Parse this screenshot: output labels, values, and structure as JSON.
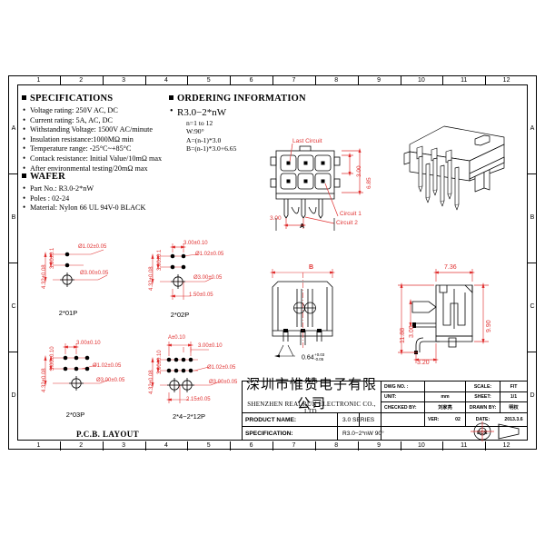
{
  "sheet": {
    "columns": [
      "1",
      "2",
      "3",
      "4",
      "5",
      "6",
      "7",
      "8",
      "9",
      "10",
      "11",
      "12"
    ],
    "rows": [
      "A",
      "B",
      "C",
      "D"
    ]
  },
  "specifications": {
    "heading": "SPECIFICATIONS",
    "items": [
      "Voltage rating: 250V AC, DC",
      "Current rating: 5A, AC, DC",
      "Withstanding Voltage: 1500V AC/minute",
      "Insulation resistance:1000MΩ min",
      "Temperature range: -25°C~+85°C",
      "Contack resistance: Initial Value/10mΩ max",
      "After environmental  testing/20mΩ max"
    ]
  },
  "wafer": {
    "heading": "WAFER",
    "items": [
      "Part No.: R3.0-2*nW",
      "Poles : 02-24",
      "Material: Nylon 66 UL 94V-0  BLACK"
    ]
  },
  "ordering": {
    "heading": "ORDERING INFORMATION",
    "part_number": "R3.0−2*nW",
    "lines": [
      "n=1 to 12",
      "W:90°",
      "A=(n-1)*3.0",
      "B=(n-1)*3.0+6.65"
    ]
  },
  "front_view": {
    "callouts": [
      "Last Circuit",
      "Circuit 1",
      "Circuit 2"
    ],
    "dim_pitch_v": "3.00",
    "dim_height": "6.85",
    "dim_pitch_h": "3.00",
    "dim_width_label": "A"
  },
  "section_view": {
    "dim_width_label": "B",
    "dim_pin": "0.64",
    "dim_pin_tol_up": "+0.03",
    "dim_pin_tol_dn": "-0.05"
  },
  "side_view": {
    "dim_top": "7.36",
    "dim_right": "9.90",
    "dim_left_outer": "11.88",
    "dim_left_inner": "3.00",
    "dim_bottom": "3.20"
  },
  "pcb_layout": {
    "title": "P.C.B. LAYOUT",
    "patterns": [
      {
        "name": "2*01P",
        "dims": {
          "v_outer": "4.32±0.08",
          "v_inner": "3.00±0.1",
          "hole_small": "Ø1.02±0.05",
          "hole_big": "Ø3.00±0.05"
        }
      },
      {
        "name": "2*02P",
        "dims": {
          "v_outer": "4.32±0.08",
          "v_inner": "3.00±0.1",
          "h_pitch": "3.00±0.10",
          "hole_small": "Ø1.02±0.05",
          "hole_big": "Ø3.00±0.05",
          "h_offset": "1.50±0.05"
        }
      },
      {
        "name": "2*03P",
        "dims": {
          "v_outer": "4.32±0.08",
          "v_inner": "3.00±0.10",
          "h_pitch": "3.00±0.10",
          "hole_small": "Ø1.02±0.05",
          "hole_big": "Ø3.00±0.05"
        }
      },
      {
        "name": "2*4~2*12P",
        "dims": {
          "v_outer": "4.32±0.08",
          "v_inner": "3.00±0.10",
          "h_span": "A±0.10",
          "h_pitch": "3.00±0.10",
          "hole_small": "Ø1.02±0.05",
          "hole_big": "Ø3.00±0.05",
          "h_offset": "2.15±0.05"
        }
      }
    ]
  },
  "title_block": {
    "company_cn": "深圳市惟赞电子有限公司",
    "company_en": "SHENZHEN  REALRUN  ELECTRONIC  CO., LTD.",
    "fields": {
      "dwg_no_label": "DWG NO. :",
      "dwg_no_value": "",
      "scale_label": "SCALE:",
      "scale_value": "FIT",
      "unit_label": "UNIT:",
      "unit_value": "mm",
      "sheet_label": "SHEET:",
      "sheet_value": "1/1",
      "checked_label": "CHECKED BY:",
      "checked_value": "刘家亮",
      "drawn_label": "DRAWN BY:",
      "drawn_value": "明权",
      "product_label": "PRODUCT NAME:",
      "product_value": "3.0 SERIES",
      "ver_label": "VER:",
      "ver_value": "02",
      "date_label": "DATE:",
      "date_value": "2013.3.6",
      "spec_label": "SPECIFICATION:",
      "spec_value": "R3.0−2*nW  90°",
      "ecn_label": "ECN:",
      "ecn_value": ""
    }
  }
}
